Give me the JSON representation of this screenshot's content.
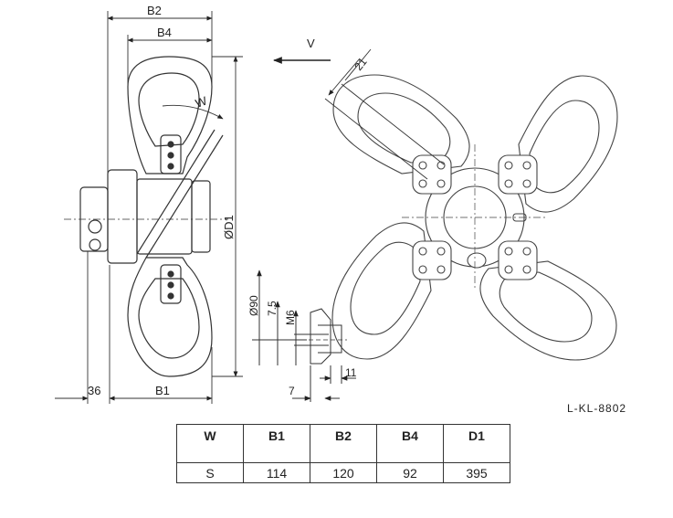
{
  "drawing": {
    "labels": {
      "b2": "B2",
      "b4": "B4",
      "w": "W",
      "d1": "ØD1",
      "b1": "B1",
      "dim36": "36",
      "v": "V",
      "dim21": "21",
      "d90": "Ø90",
      "dim7_5": "7.5",
      "m6": "M6",
      "dim11": "11",
      "dim7": "7"
    },
    "reference": "L-KL-8802"
  },
  "spec_table": {
    "headers": [
      "W",
      "B1",
      "B2",
      "B4",
      "D1"
    ],
    "rows": [
      [
        "S",
        "114",
        "120",
        "92",
        "395"
      ]
    ]
  }
}
